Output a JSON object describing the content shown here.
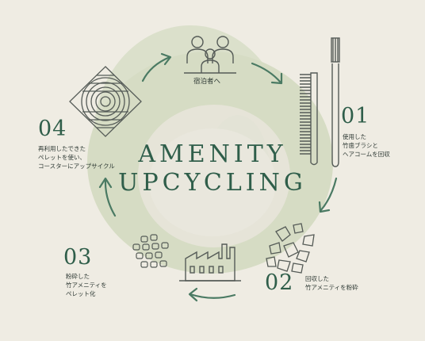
{
  "title": {
    "line1": "AMENITY",
    "line2": "UPCYCLING"
  },
  "top_label": "宿泊者へ",
  "steps": [
    {
      "number": "01",
      "lines": [
        "使用した",
        "竹歯ブラシと",
        "ヘアコームを回収"
      ]
    },
    {
      "number": "02",
      "lines": [
        "回収した",
        "竹アメニティを粉砕"
      ]
    },
    {
      "number": "03",
      "lines": [
        "粉砕した",
        "竹アメニティを",
        "ペレット化"
      ]
    },
    {
      "number": "04",
      "lines": [
        "再利用したできた",
        "ペレットを使い、",
        "コースターにアップサイクル"
      ]
    }
  ],
  "icons": {
    "top": "guests-icon",
    "step01": "toothbrush-comb-icon",
    "step02": "crushed-pieces-icon",
    "step03a": "factory-icon",
    "step03b": "pellets-icon",
    "step04": "coaster-icon"
  },
  "colors": {
    "background": "#efece3",
    "green": "#2f5e4a",
    "arrow": "#4a7a63",
    "ring_outer": "#d6dcc4",
    "ring_inner": "#e3e3d6",
    "icon_stroke": "#555b57"
  }
}
